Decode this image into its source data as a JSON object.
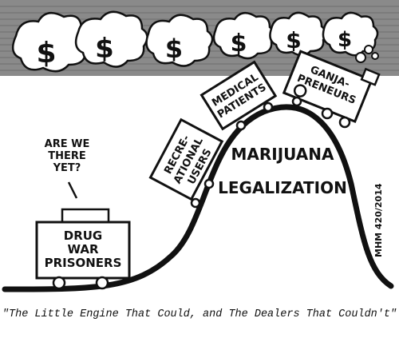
{
  "dollar_symbol": "$",
  "clouds_count_label": "",
  "prisoner_car": {
    "speech": [
      "ARE WE",
      "THERE",
      "YET?"
    ],
    "label": [
      "DRUG",
      "WAR",
      "PRISONERS"
    ]
  },
  "cars": {
    "recreational": [
      "RECRE-",
      "ATIONAL",
      "USERS"
    ],
    "medical": [
      "MEDICAL",
      "PATIENTS"
    ],
    "engine": [
      "GANJA-",
      "PRENEURS"
    ]
  },
  "hill_label": [
    "MARIJUANA",
    "LEGALIZATION"
  ],
  "signature": "MHM 420/2014",
  "caption": "\"The Little Engine That Could, and The Dealers That Couldn't\"",
  "colors": {
    "ink": "#111111",
    "sky": "#8a8a8a",
    "paper": "#ffffff"
  }
}
